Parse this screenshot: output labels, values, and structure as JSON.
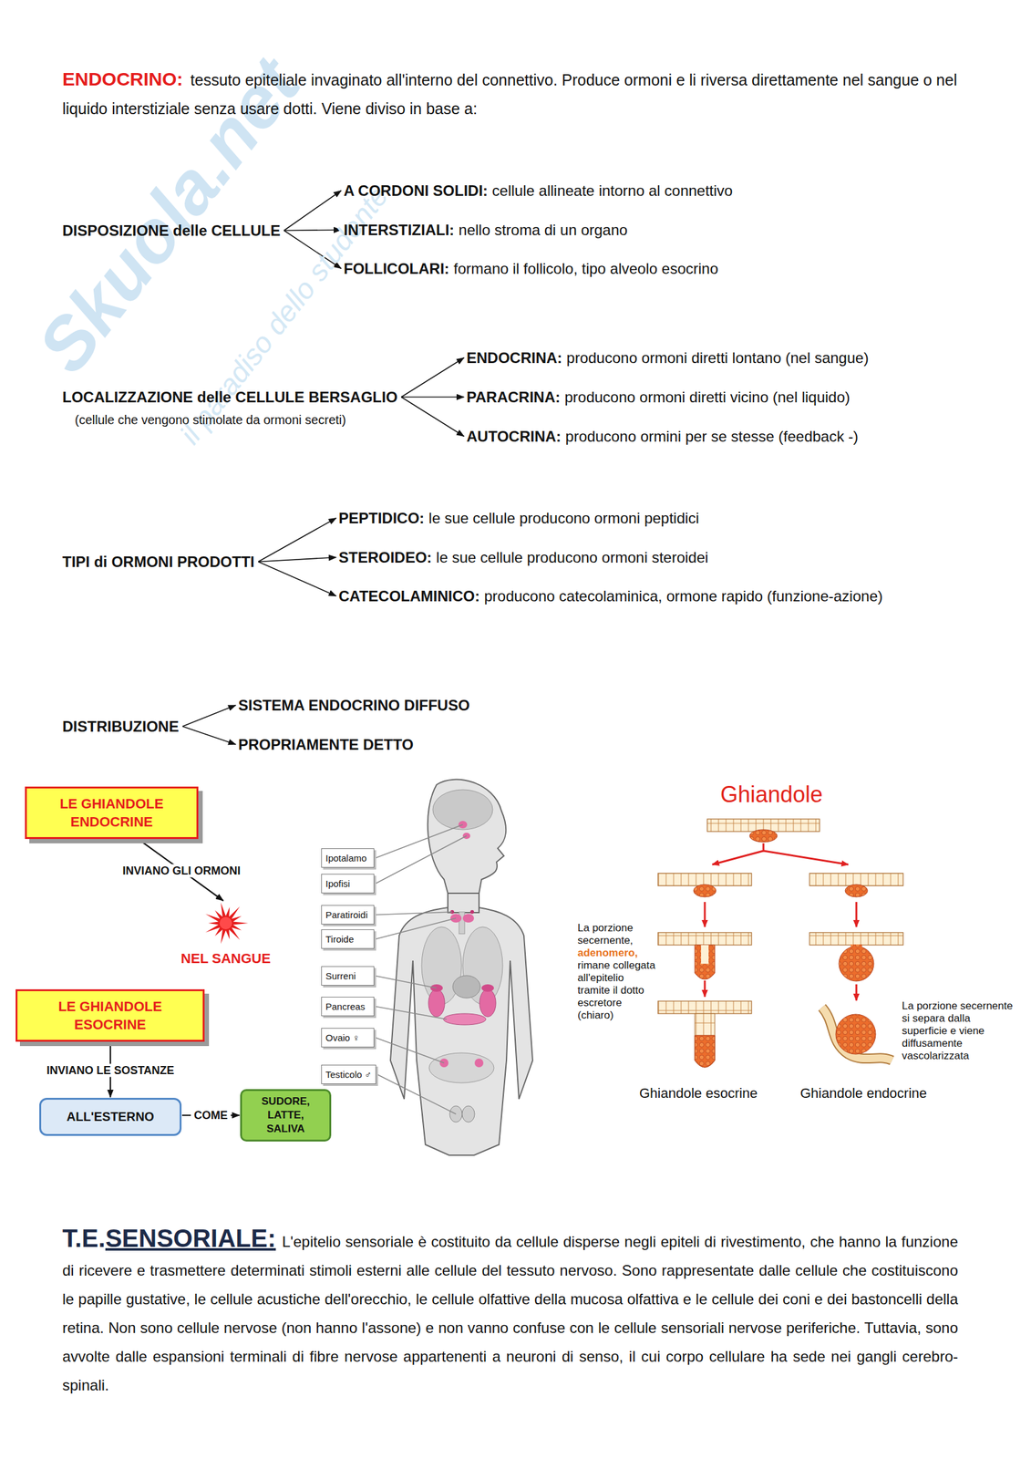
{
  "diagram": {
    "nodes": [
      {
        "text": [
          "DISPOSIZIONE delle CELLULE"
        ]
      },
      {
        "text": [
          "A CORDONI SOLIDI:",
          "cellule allineate intorno al connettivo"
        ]
      },
      {
        "text": [
          "INTERSTIZIALI:",
          "nello stroma di un organo"
        ]
      },
      {
        "text": [
          "FOLLICOLARI:",
          "formano il follicolo, tipo alveolo esocrino"
        ]
      },
      {
        "text": [
          "LOCALIZZAZIONE delle CELLULE BERSAGLIO",
          "(cellule che vengono stimolate da ormoni secreti)"
        ]
      },
      {
        "text": [
          "ENDOCRINA:",
          "producono ormoni diretti lontano (nel sangue)"
        ]
      },
      {
        "text": [
          "PARACRINA:",
          "producono ormoni diretti vicino (nel liquido)"
        ]
      },
      {
        "text": [
          "AUTOCRINA:",
          "producono ormini per se stesse (feedback -)"
        ]
      },
      {
        "text": [
          "TIPI di ORMONI PRODOTTI"
        ]
      },
      {
        "text": [
          "PEPTIDICO:",
          "le sue cellule producono ormoni peptidici"
        ]
      },
      {
        "text": [
          "STEROIDEO:",
          "le sue cellule producono ormoni steroidei"
        ]
      },
      {
        "text": [
          "CATECOLAMINICO:",
          "producono catecolaminica, ormone rapido (funzione-azione)"
        ]
      },
      {
        "text": [
          "DISTRIBUZIONE"
        ]
      },
      {
        "text": [
          "SISTEMA ENDOCRINO DIFFUSO"
        ]
      },
      {
        "text": [
          "PROPRIAMENTE DETTO"
        ]
      },
      {
        "text": [
          "LE GHIANDOLE ENDOCRINE"
        ]
      },
      {
        "text": [
          "NEL SANGUE"
        ]
      },
      {
        "text": [
          "LE GHIANDOLE ESOCRINE"
        ]
      },
      {
        "text": [
          "ALL'ESTERNO"
        ]
      },
      {
        "text": [
          "SUDORE, LATTE, SALIVA"
        ]
      },
      {
        "text": [
          "Ipotalamo"
        ]
      },
      {
        "text": [
          "Ipofisi"
        ]
      },
      {
        "text": [
          "Paratiroidi"
        ]
      },
      {
        "text": [
          "Tiroide"
        ]
      },
      {
        "text": [
          "Surreni"
        ]
      },
      {
        "text": [
          "Pancreas"
        ]
      },
      {
        "text": [
          "Ovaio ♀"
        ]
      },
      {
        "text": [
          "Testicolo ♂"
        ]
      }
    ],
    "edges": [
      {
        "from": 0,
        "to": 1,
        "arrow": "to"
      },
      {
        "from": 0,
        "to": 2,
        "arrow": "to"
      },
      {
        "from": 0,
        "to": 3,
        "arrow": "to"
      },
      {
        "from": 4,
        "to": 5,
        "arrow": "to"
      },
      {
        "from": 4,
        "to": 6,
        "arrow": "to"
      },
      {
        "from": 4,
        "to": 7,
        "arrow": "to"
      },
      {
        "from": 8,
        "to": 9,
        "arrow": "to"
      },
      {
        "from": 8,
        "to": 10,
        "arrow": "to"
      },
      {
        "from": 8,
        "to": 11,
        "arrow": "to"
      },
      {
        "from": 12,
        "to": 13,
        "arrow": "to"
      },
      {
        "from": 12,
        "to": 14,
        "arrow": "to"
      },
      {
        "from": 15,
        "to": 16,
        "label": "INVIANO GLI ORMONI",
        "arrow": "to"
      },
      {
        "from": 17,
        "to": 18,
        "label": "INVIANO LE SOSTANZE",
        "arrow": "to"
      },
      {
        "from": 18,
        "to": 19,
        "label": "COME",
        "arrow": "to"
      }
    ],
    "labels": [
      "ENDOCRINO:",
      "tessuto epiteliale invaginato all'interno del connettivo. Produce ormoni e li riversa direttamente nel sangue o nel liquido interstiziale senza usare dotti. Viene diviso in base a:",
      "Ghiandole",
      "La porzione secernente,",
      "adenomero,",
      "rimane collegata all'epitelio tramite il dotto escretore (chiaro)",
      "La porzione secernente si separa dalla superficie e viene diffusamente vascolarizzata",
      "Ghiandole esocrine",
      "Ghiandole endocrine",
      "T.E.",
      "SENSORIALE:",
      "L'epitelio sensoriale è costituito da cellule disperse negli epiteli di rivestimento, che hanno la funzione di ricevere e trasmettere determinati stimoli esterni alle cellule del tessuto nervoso. Sono rappresentate dalle cellule che costituiscono le papille gustative, le cellule acustiche dell'orecchio, le cellule olfattive della mucosa olfattiva e le cellule dei coni e dei bastoncelli della retina. Non sono cellule nervose (non hanno l'assone) e non vanno confuse con le cellule sensoriali nervose periferiche. Tuttavia, sono avvolte dalle espansioni terminali di fibre nervose appartenenti a neuroni di senso, il cui corpo cellulare ha sede nei gangli cerebro-spinali.",
      "Skuola.net",
      "il paradiso dello studente"
    ]
  }
}
